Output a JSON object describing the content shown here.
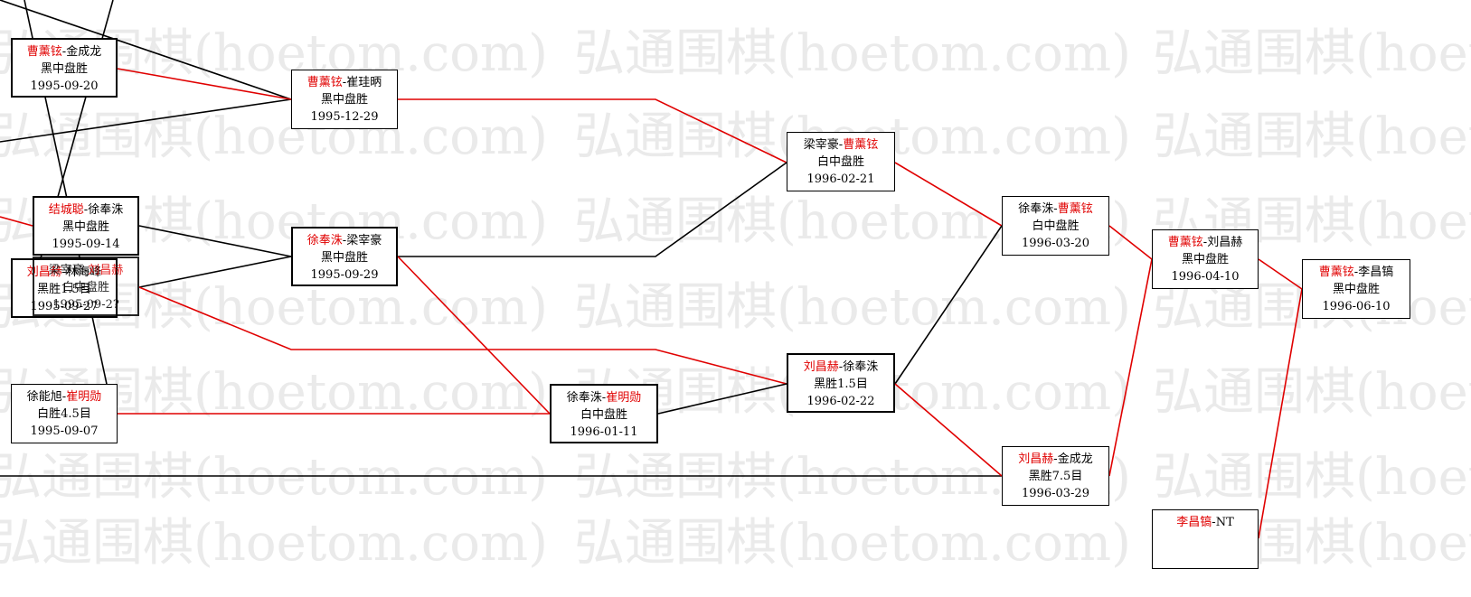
{
  "watermark": "弘通围棋(hoetom.com)",
  "colors": {
    "winner_red": "#e00000",
    "line_red": "#e00000",
    "line_black": "#000000",
    "watermark": "#eaeaea"
  },
  "matches": {
    "m_r1a": {
      "p1": "曹薰铉",
      "sep": "-",
      "p2": "金成龙",
      "winner": 1,
      "result": "黑中盘胜",
      "date": "1995-09-20"
    },
    "m_r1b": {
      "p1": "结城聪",
      "sep": "-",
      "p2": "徐奉洙",
      "winner": 1,
      "result": "黑中盘胜",
      "date": "1995-09-14"
    },
    "m_r1c": {
      "p1": "梁宰豪",
      "sep": "-",
      "p2": "刘昌赫",
      "winner": 2,
      "result": "白中盘胜",
      "date": "1995-09-2?"
    },
    "m_r1d": {
      "p1": "刘昌赫",
      "sep": "-",
      "p2": "林海峰",
      "winner": 1,
      "result": "黑胜1.5目",
      "date": "1995-09-27"
    },
    "m_r1e": {
      "p1": "徐能旭",
      "sep": "-",
      "p2": "崔明勋",
      "winner": 2,
      "result": "白胜4.5目",
      "date": "1995-09-07"
    },
    "m_r2a": {
      "p1": "曹薰铉",
      "sep": "-",
      "p2": "崔珪昞",
      "winner": 1,
      "result": "黑中盘胜",
      "date": "1995-12-29"
    },
    "m_r2b": {
      "p1": "徐奉洙",
      "sep": "-",
      "p2": "梁宰豪",
      "winner": 1,
      "result": "黑中盘胜",
      "date": "1995-09-29"
    },
    "m_r3a": {
      "p1": "徐奉洙",
      "sep": "-",
      "p2": "崔明勋",
      "winner": 2,
      "result": "白中盘胜",
      "date": "1996-01-11"
    },
    "m_r4a": {
      "p1": "梁宰豪",
      "sep": "-",
      "p2": "曹薰铉",
      "winner": 2,
      "result": "白中盘胜",
      "date": "1996-02-21"
    },
    "m_r4b": {
      "p1": "刘昌赫",
      "sep": "-",
      "p2": "徐奉洙",
      "winner": 1,
      "result": "黑胜1.5目",
      "date": "1996-02-22"
    },
    "m_r5a": {
      "p1": "徐奉洙",
      "sep": "-",
      "p2": "曹薰铉",
      "winner": 2,
      "result": "白中盘胜",
      "date": "1996-03-20"
    },
    "m_r5b": {
      "p1": "刘昌赫",
      "sep": "-",
      "p2": "金成龙",
      "winner": 1,
      "result": "黑胜7.5目",
      "date": "1996-03-29"
    },
    "m_r6a": {
      "p1": "曹薰铉",
      "sep": "-",
      "p2": "刘昌赫",
      "winner": 1,
      "result": "黑中盘胜",
      "date": "1996-04-10"
    },
    "m_r6b": {
      "p1": "李昌镐",
      "sep": "-",
      "p2": "NT",
      "winner": 1,
      "result": "",
      "date": ""
    },
    "m_final": {
      "p1": "曹薰铉",
      "sep": "-",
      "p2": "李昌镐",
      "winner": 1,
      "result": "黑中盘胜",
      "date": "1996-06-10"
    }
  }
}
